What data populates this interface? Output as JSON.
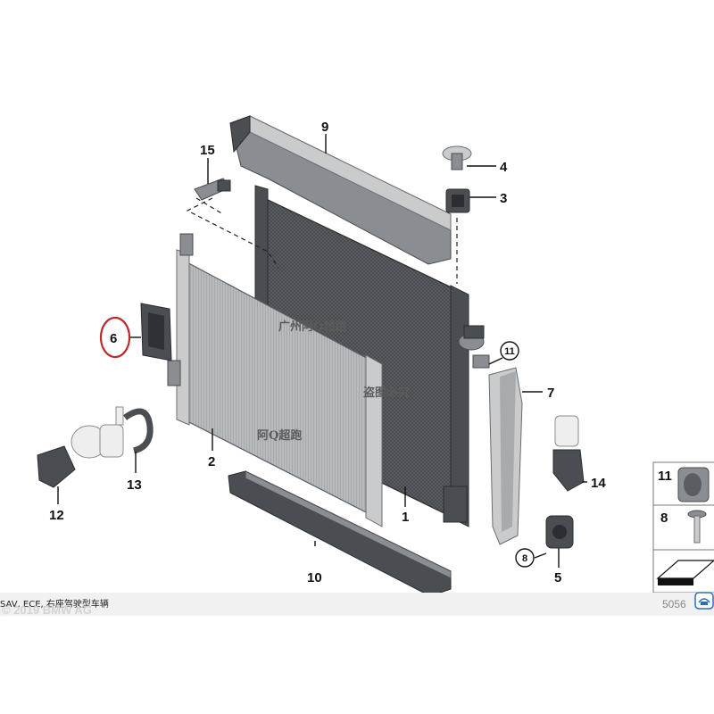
{
  "callouts": {
    "c1": "1",
    "c2": "2",
    "c3": "3",
    "c4": "4",
    "c5": "5",
    "c6": "6",
    "c7": "7",
    "c8": "8",
    "c9": "9",
    "c10": "10",
    "c11": "11",
    "c12": "12",
    "c13": "13",
    "c14": "14",
    "c15": "15",
    "c8_circled": "8",
    "c11_circled": "11"
  },
  "legend": {
    "item_11": "11",
    "item_8": "8"
  },
  "watermarks": {
    "top": "广州阿Q超跑",
    "middle": "盗图必究",
    "bottom": "阿Q超跑"
  },
  "footer": {
    "caption": "SAV, ECE, 右座驾驶型车辆",
    "copyright": "© 2019 BMW AG",
    "diagram_number": "5056"
  },
  "colors": {
    "highlight_circle": "#c0282a",
    "part_dark": "#4a4d52",
    "part_light": "#c9cbcd"
  }
}
